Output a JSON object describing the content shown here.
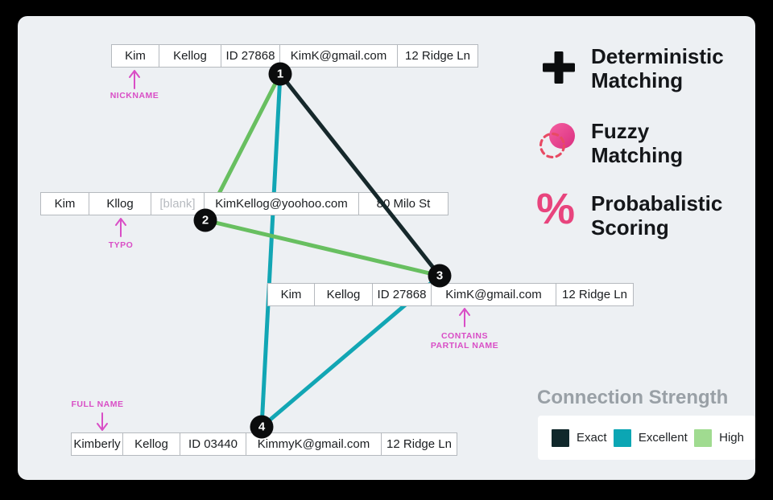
{
  "records": [
    {
      "cells": [
        "Kim",
        "Kellog",
        "ID 27868",
        "KimK@gmail.com",
        "12 Ridge Ln"
      ]
    },
    {
      "cells": [
        "Kim",
        "Kllog",
        "[blank]",
        "KimKellog@yoohoo.com",
        "80 Milo St"
      ]
    },
    {
      "cells": [
        "Kim",
        "Kellog",
        "ID 27868",
        "KimK@gmail.com",
        "12 Ridge Ln"
      ]
    },
    {
      "cells": [
        "Kimberly",
        "Kellog",
        "ID 03440",
        "KimmyK@gmail.com",
        "12 Ridge Ln"
      ]
    }
  ],
  "annotations": [
    {
      "text": "NICKNAME",
      "direction": "up"
    },
    {
      "text": "TYPO",
      "direction": "up"
    },
    {
      "text": "CONTAINS PARTIAL NAME",
      "direction": "up"
    },
    {
      "text": "FULL NAME",
      "direction": "down"
    }
  ],
  "graph": {
    "nodes": [
      {
        "label": "1"
      },
      {
        "label": "2"
      },
      {
        "label": "3"
      },
      {
        "label": "4"
      }
    ],
    "edges": [
      {
        "from": "1",
        "to": "2",
        "strength": "High"
      },
      {
        "from": "1",
        "to": "3",
        "strength": "Exact"
      },
      {
        "from": "1",
        "to": "4",
        "strength": "Excellent"
      },
      {
        "from": "2",
        "to": "3",
        "strength": "High"
      },
      {
        "from": "3",
        "to": "4",
        "strength": "Excellent"
      }
    ]
  },
  "matching_methods": [
    {
      "icon": "plus-icon",
      "label": "Deterministic Matching"
    },
    {
      "icon": "fuzzy-circle-icon",
      "label": "Fuzzy Matching"
    },
    {
      "icon": "percent-icon",
      "icon_glyph": "%",
      "label": "Probabalistic Scoring"
    }
  ],
  "connection_strength": {
    "title": "Connection Strength",
    "levels": [
      {
        "label": "Exact",
        "color": "#10282b"
      },
      {
        "label": "Excellent",
        "color": "#0ba6b4"
      },
      {
        "label": "High",
        "color": "#a0db90"
      }
    ]
  },
  "edge_colors": {
    "exact": "#16282b",
    "excellent": "#12a6b4",
    "high": "#68bf60"
  },
  "colors": {
    "panel_bg": "#edf0f3",
    "annotation_pink": "#d94ec6",
    "icon_pink": "#e8447d",
    "node_black": "#0b0c0d"
  }
}
